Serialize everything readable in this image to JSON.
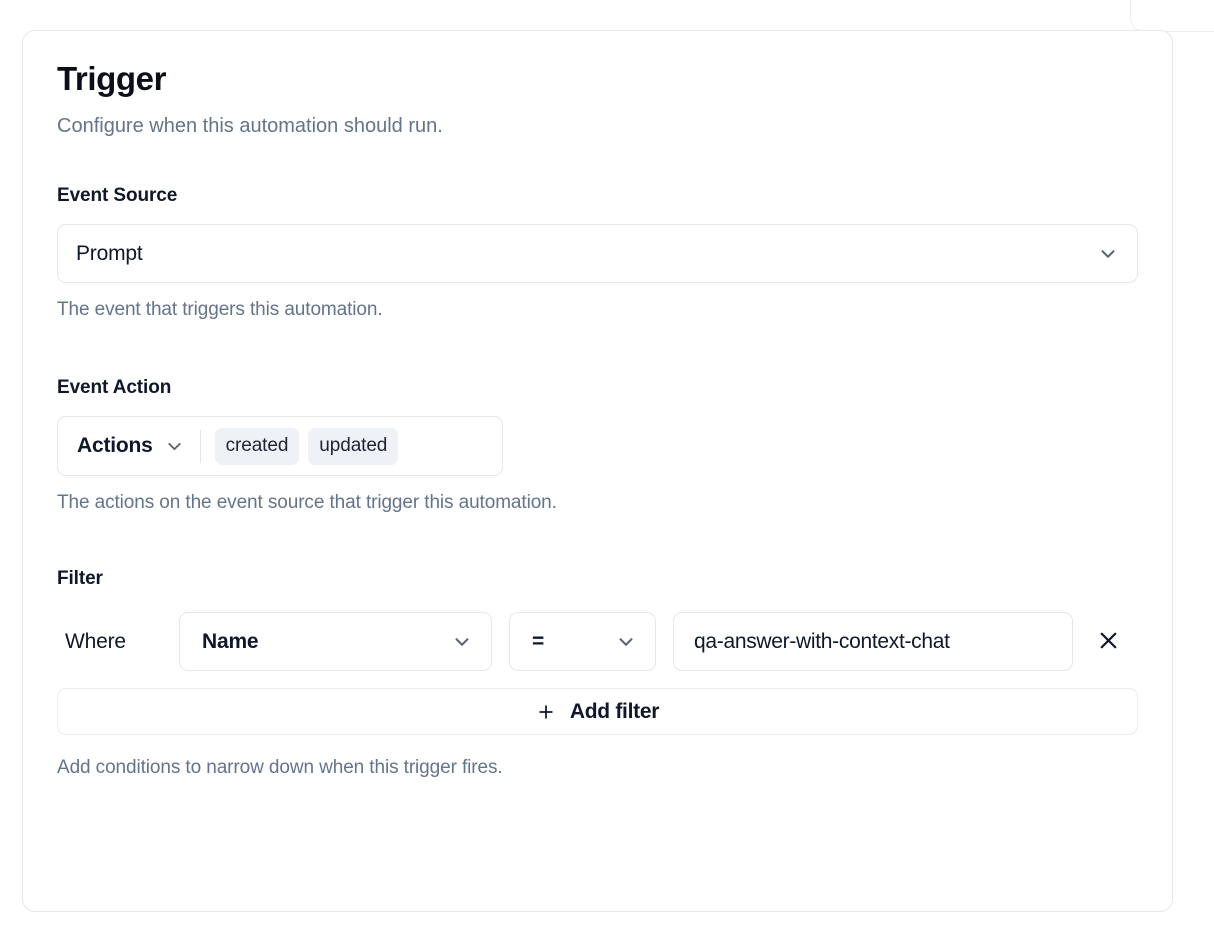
{
  "card": {
    "title": "Trigger",
    "subtitle": "Configure when this automation should run."
  },
  "event_source": {
    "label": "Event Source",
    "selected": "Prompt",
    "helper": "The event that triggers this automation.",
    "chevron_icon": "chevron-down-icon"
  },
  "event_action": {
    "label": "Event Action",
    "trigger_label": "Actions",
    "chips": [
      "created",
      "updated"
    ],
    "helper": "The actions on the event source that trigger this automation.",
    "chevron_icon": "chevron-down-icon"
  },
  "filter": {
    "label": "Filter",
    "where_label": "Where",
    "field": "Name",
    "operator": "=",
    "value": "qa-answer-with-context-chat",
    "remove_icon": "close-icon",
    "add_label": "Add filter",
    "add_icon": "plus-icon",
    "helper": "Add conditions to narrow down when this trigger fires."
  },
  "colors": {
    "text_primary": "#0f172a",
    "text_muted": "#64748b",
    "border": "#e5e7eb",
    "chip_bg": "#eef1f6",
    "surface": "#ffffff"
  }
}
